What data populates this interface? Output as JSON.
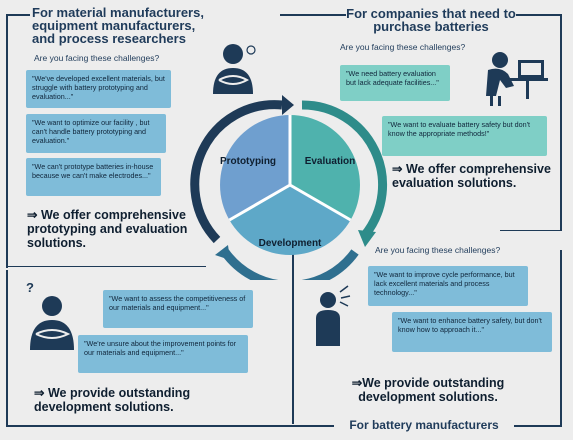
{
  "top_left": {
    "title": "For material manufacturers, equipment manufacturers, and process researchers",
    "question": "Are you facing these challenges?",
    "bubbles": [
      "\"We've developed excellent materials, but struggle with battery prototyping and evaluation...\"",
      "\"We want to optimize our facility , but can't handle battery prototyping and evaluation.\"",
      "\"We can't prototype batteries in-house because we can't make electrodes...\""
    ],
    "offer": "⇒ We offer comprehensive prototyping and evaluation solutions."
  },
  "top_right": {
    "title": "For companies that need to purchase batteries",
    "question": "Are you facing these challenges?",
    "bubbles": [
      "\"We need battery evaluation but lack adequate facilities...\"",
      "\"We want to evaluate battery safety but don't know the appropriate methods!\""
    ],
    "offer": "⇒ We offer comprehensive evaluation solutions."
  },
  "bottom_left": {
    "bubbles": [
      "\"We want to assess the competitiveness of our materials and equipment...\"",
      "\"We're unsure about the improvement points for our materials and equipment...\""
    ],
    "offer": "⇒ We provide outstanding development solutions."
  },
  "bottom_right": {
    "question": "Are you facing these challenges?",
    "bubbles": [
      "\"We want to improve cycle performance, but lack excellent materials and process technology...\"",
      "\"We want to enhance battery safety, but don't know how to approach it...\""
    ],
    "offer": "⇒We provide outstanding development solutions.",
    "footer": "For battery manufacturers"
  },
  "cycle": {
    "prototyping": "Prototyping",
    "evaluation": "Evaluation",
    "development": "Development"
  },
  "colors": {
    "navy": "#1e3a57",
    "prototyping": "#6f9fcf",
    "evaluation": "#4fb2ad",
    "development": "#5ea8c8",
    "bubble_blue": "#7fbcd9",
    "bubble_teal": "#7fcfc6"
  },
  "icons": [
    "thinking-person-icon",
    "laptop-person-icon",
    "question-person-icon",
    "speaking-person-icon"
  ]
}
